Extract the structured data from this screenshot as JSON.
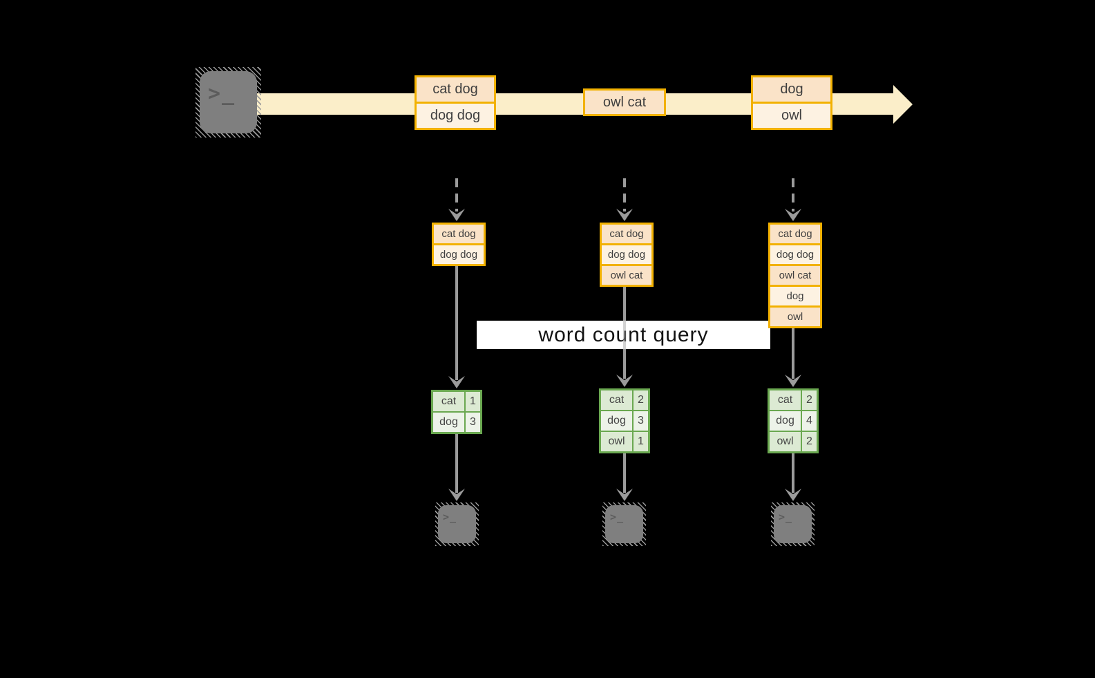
{
  "palette": {
    "orange": "#F2B100",
    "peach": "#FAE3C8",
    "cream": "#FDF2E2",
    "band": "#FBEEC9",
    "green": "#6AA850",
    "green_light": "#DCEAD3",
    "green_lighter": "#EDF3E9",
    "arrow_gray": "#9B9B9B",
    "terminal_gray": "#7F7F7F",
    "text_dark": "#3F3F3F",
    "query_bg": "#FFFFFF",
    "query_text": "#121212"
  },
  "source": {
    "glyph": ">_"
  },
  "timeline": {
    "batches": [
      {
        "rows": [
          "cat dog",
          "dog dog"
        ]
      },
      {
        "rows": [
          "owl cat"
        ]
      },
      {
        "rows": [
          "dog",
          "owl"
        ]
      }
    ]
  },
  "micro_batches": [
    {
      "records": [
        "cat dog",
        "dog dog"
      ]
    },
    {
      "records": [
        "cat dog",
        "dog dog",
        "owl cat"
      ]
    },
    {
      "records": [
        "cat dog",
        "dog dog",
        "owl cat",
        "dog",
        "owl"
      ]
    }
  ],
  "query": {
    "label": "word count query"
  },
  "results": [
    {
      "rows": [
        {
          "word": "cat",
          "count": "1"
        },
        {
          "word": "dog",
          "count": "3"
        }
      ]
    },
    {
      "rows": [
        {
          "word": "cat",
          "count": "2"
        },
        {
          "word": "dog",
          "count": "3"
        },
        {
          "word": "owl",
          "count": "1"
        }
      ]
    },
    {
      "rows": [
        {
          "word": "cat",
          "count": "2"
        },
        {
          "word": "dog",
          "count": "4"
        },
        {
          "word": "owl",
          "count": "2"
        }
      ]
    }
  ],
  "sinks": [
    {
      "glyph": ">_"
    },
    {
      "glyph": ">_"
    },
    {
      "glyph": ">_"
    }
  ]
}
